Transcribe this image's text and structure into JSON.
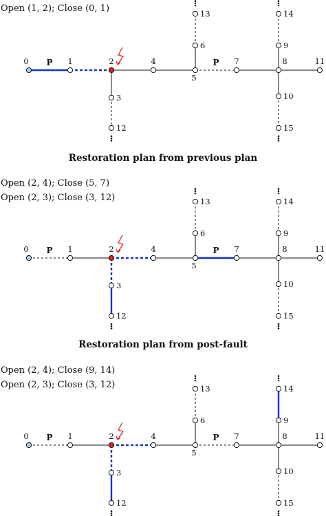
{
  "colors": {
    "line": "#111111",
    "switched": "#1030d0",
    "fault": "#e02020",
    "source_fill": "#a8cfe6",
    "node_fill": "#ffffff"
  },
  "marker_label": "P",
  "panels": [
    {
      "title": "",
      "operations": [
        "Open (1, 2); Close (0, 1)"
      ],
      "closed_blue": [
        [
          0,
          1
        ]
      ],
      "opened_dashed_blue": [
        [
          1,
          2
        ]
      ]
    },
    {
      "title": "Restoration plan from previous plan",
      "operations": [
        "Open (2, 4); Close (5, 7)",
        "Open (2, 3); Close (3, 12)"
      ],
      "closed_blue": [
        [
          5,
          7
        ],
        [
          3,
          12
        ]
      ],
      "opened_dashed_blue": [
        [
          2,
          4
        ],
        [
          2,
          3
        ]
      ]
    },
    {
      "title": "Restoration plan from post-fault",
      "operations": [
        "Open (2, 4); Close (9, 14)",
        "Open (2, 3); Close (3, 12)"
      ],
      "closed_blue": [
        [
          9,
          14
        ],
        [
          3,
          12
        ]
      ],
      "opened_dashed_blue": [
        [
          2,
          4
        ],
        [
          2,
          3
        ]
      ]
    }
  ],
  "network": {
    "nodes": [
      {
        "id": 0,
        "label": "0"
      },
      {
        "id": 1,
        "label": "1"
      },
      {
        "id": 2,
        "label": "2"
      },
      {
        "id": 3,
        "label": "3"
      },
      {
        "id": 4,
        "label": "4"
      },
      {
        "id": 5,
        "label": "5"
      },
      {
        "id": 6,
        "label": "6"
      },
      {
        "id": 7,
        "label": "7"
      },
      {
        "id": 8,
        "label": "8"
      },
      {
        "id": 9,
        "label": "9"
      },
      {
        "id": 10,
        "label": "10"
      },
      {
        "id": 11,
        "label": "11"
      },
      {
        "id": 12,
        "label": "12"
      },
      {
        "id": 13,
        "label": "13"
      },
      {
        "id": 14,
        "label": "14"
      },
      {
        "id": 15,
        "label": "15"
      }
    ],
    "source_node": 0,
    "fault_node": 2,
    "edges": [
      {
        "a": 0,
        "b": 1,
        "state": "open",
        "marker": true
      },
      {
        "a": 1,
        "b": 2,
        "state": "closed"
      },
      {
        "a": 2,
        "b": 4,
        "state": "closed"
      },
      {
        "a": 4,
        "b": 5,
        "state": "closed"
      },
      {
        "a": 5,
        "b": 7,
        "state": "open",
        "marker": true
      },
      {
        "a": 7,
        "b": 8,
        "state": "closed"
      },
      {
        "a": 8,
        "b": 11,
        "state": "closed"
      },
      {
        "a": 2,
        "b": 3,
        "state": "closed"
      },
      {
        "a": 3,
        "b": 12,
        "state": "open"
      },
      {
        "a": 5,
        "b": 6,
        "state": "closed"
      },
      {
        "a": 6,
        "b": 13,
        "state": "open"
      },
      {
        "a": 8,
        "b": 9,
        "state": "closed"
      },
      {
        "a": 9,
        "b": 14,
        "state": "open"
      },
      {
        "a": 8,
        "b": 10,
        "state": "closed"
      },
      {
        "a": 10,
        "b": 15,
        "state": "open"
      }
    ],
    "continuation_nodes": [
      12,
      13,
      14,
      15
    ]
  }
}
